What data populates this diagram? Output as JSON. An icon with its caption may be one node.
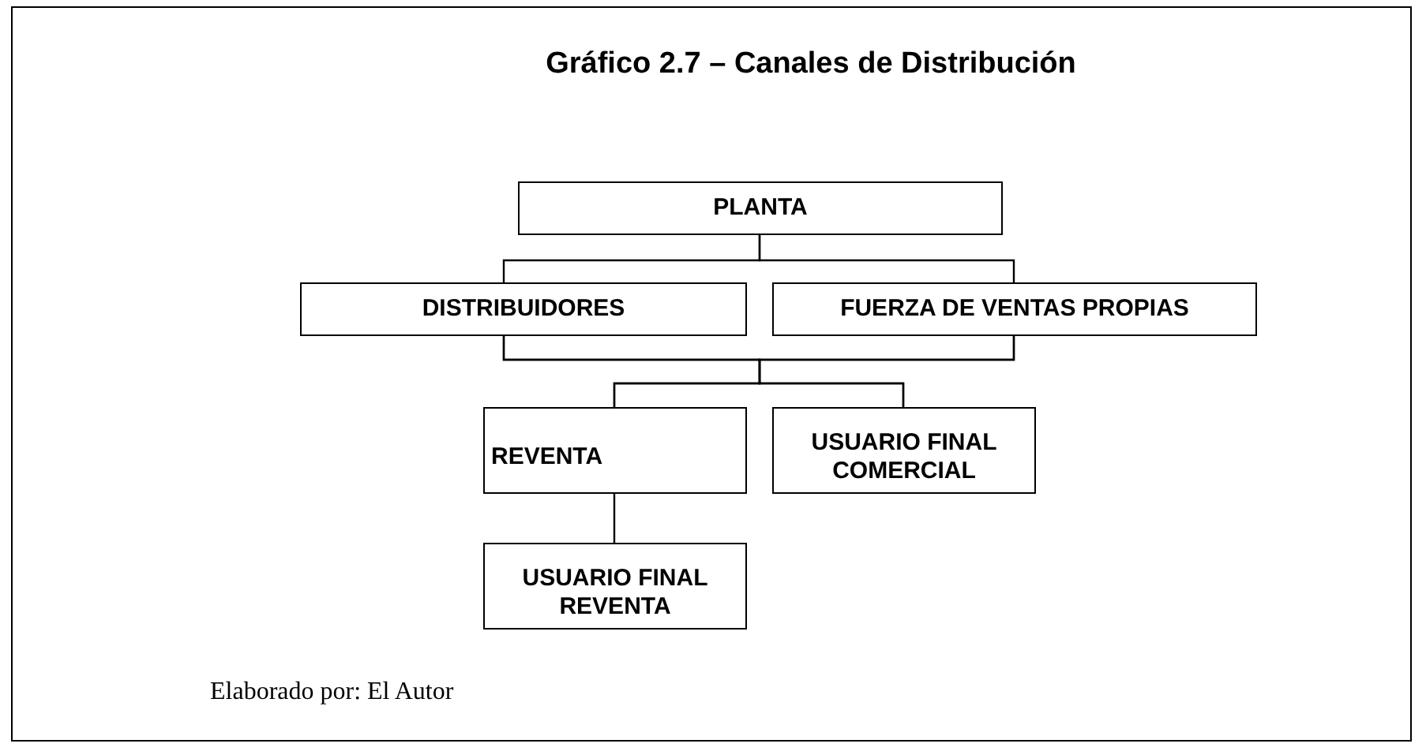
{
  "diagram": {
    "title": "Gráfico 2.7 – Canales de Distribución",
    "caption": "Elaborado por: El Autor",
    "nodes": [
      {
        "text": [
          "PLANTA"
        ]
      },
      {
        "text": [
          "DISTRIBUIDORES"
        ]
      },
      {
        "text": [
          "FUERZA DE VENTAS PROPIAS"
        ]
      },
      {
        "text": [
          "REVENTA"
        ]
      },
      {
        "text": [
          "USUARIO FINAL COMERCIAL"
        ]
      },
      {
        "text": [
          "USUARIO FINAL REVENTA"
        ]
      }
    ],
    "edges": [
      {
        "from": 0,
        "to": 1,
        "arrow": "none"
      },
      {
        "from": 0,
        "to": 2,
        "arrow": "none"
      },
      {
        "from": 1,
        "to": 3,
        "arrow": "none"
      },
      {
        "from": 1,
        "to": 4,
        "arrow": "none"
      },
      {
        "from": 2,
        "to": 3,
        "arrow": "none"
      },
      {
        "from": 2,
        "to": 4,
        "arrow": "none"
      },
      {
        "from": 3,
        "to": 5,
        "arrow": "none"
      }
    ]
  }
}
